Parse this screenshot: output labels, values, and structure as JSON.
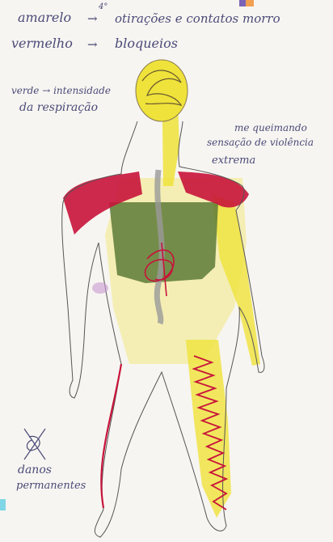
{
  "legend": {
    "line1_color_word": "amarelo",
    "line1_meaning": "otirações e contatos morro",
    "superscript": "4°",
    "line2_color_word": "vermelho",
    "line2_meaning": "bloqueios",
    "green_note_line1": "verde → intensidade",
    "green_note_line2": "da respiração",
    "right_note_line1": "me queimando",
    "right_note_line2": "sensação de violência",
    "right_note_line3": "extrema",
    "bottom_note_line1": "danos",
    "bottom_note_line2": "permanentes"
  },
  "colors": {
    "ink": "#4a4a78",
    "yellow": "#efe23a",
    "red": "#c8133a",
    "green": "#5d7a36",
    "gray": "#9a9a9a",
    "accent_purple": "#7a63b8",
    "accent_orange": "#f0a050",
    "accent_cyan": "#7fd6e6"
  }
}
